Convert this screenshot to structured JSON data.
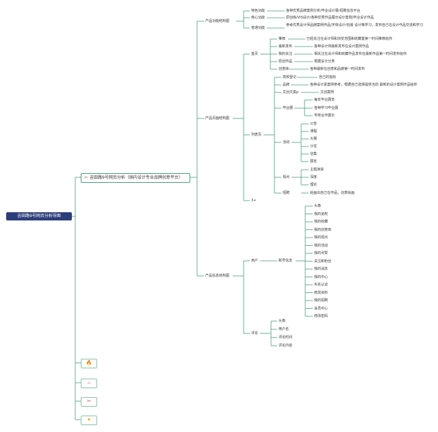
{
  "root": "吉田路9号网页分析导图",
  "main": {
    "icon": "tools-icon",
    "label": "吉田路9号网页分析（国内设计专业品牌创意平台）"
  },
  "l2": {
    "func": "产品功能结构图",
    "page": "产品页面结构图",
    "info": "产品信息结构图"
  },
  "func": {
    "special": {
      "label": "特色功能",
      "desc": "各种优秀品牌案例分析/毕业设计展/招聘信息平台"
    },
    "core": {
      "label": "核心功能",
      "desc": "原创库/VIS设计/各种优秀作品展示设计案例/毕业设计作品"
    },
    "general": {
      "label": "普通功能",
      "desc": "参考优秀设计师品牌案例作品/字体设计/包装 设计等学习，发布自己在设计作品交流和学习"
    }
  },
  "page": {
    "home": "首页",
    "home_items": [
      {
        "label": "推荐",
        "desc": "已经关注在设计师和浏览范围和收藏置第一时间推荐给你"
      },
      {
        "label": "最新发布",
        "desc": "各种设计师最新发布在设计案例作品"
      },
      {
        "label": "我的关注",
        "desc": "相关注在设计师和收藏作品发布在最新作品第一时间发布给你"
      },
      {
        "label": "原创作品",
        "desc": "根据设计分类"
      },
      {
        "label": "创意库",
        "desc": "各种最新在创意和品牌第一时间发布"
      }
    ],
    "list": "列表页",
    "list_items": {
      "signin": {
        "label": "高校登记",
        "desc": "自己的指标"
      },
      "brand": {
        "label": "品牌",
        "desc": "各种设计素案例参考，根据自己选择提供当前 最新的设计案例作品给你"
      },
      "article": {
        "label": "文创文案p",
        "desc": "文创案例"
      },
      "grad": {
        "label": "毕业展",
        "items": [
          "每年毕业展览",
          "各种学习毕业展",
          "学校合作展示"
        ]
      },
      "activity": {
        "label": "活动",
        "items": [
          "公告",
          "课程",
          "大赛",
          "沙龙",
          "征集",
          "展览"
        ]
      },
      "view": {
        "label": "观点",
        "items": [
          "主题演讲",
          "深度",
          "理论"
        ]
      },
      "recruit": {
        "label": "招聘",
        "desc": "给画出自己在作品，创意绘画"
      }
    },
    "more": "3+"
  },
  "info": {
    "user": "用户",
    "account": "账号信息",
    "account_items": [
      "头像",
      "我的道权",
      "我的收藏",
      "我的创意库",
      "我的观点",
      "我的活动",
      "我的点赞",
      "关注和粉丝",
      "我的消息",
      "我的中心",
      "实名认证",
      "修改资料",
      "我的招聘",
      "会员中心",
      "修改密码"
    ],
    "comment": "评论",
    "comment_items": [
      "头像",
      "用户名",
      "评论时间",
      "评论内容"
    ]
  },
  "side_icons": [
    "fire-icon",
    "home-icon",
    "tools-icon",
    "heart-icon"
  ],
  "colors": {
    "line": "#4a9a7a",
    "root": "#2c3e7a"
  }
}
